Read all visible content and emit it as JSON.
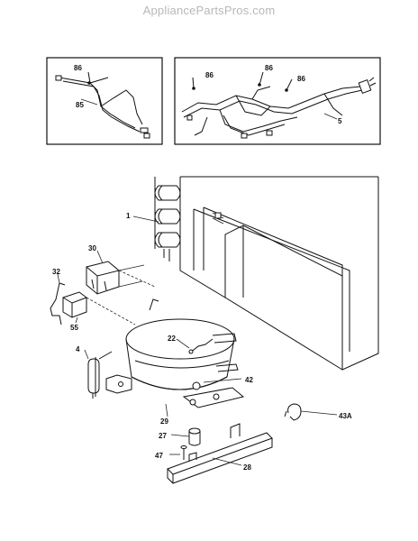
{
  "watermark": "AppliancePartsPros.com",
  "callouts": {
    "c86a": "86",
    "c85": "85",
    "c86b": "86",
    "c86c": "86",
    "c86d": "86",
    "c5": "5",
    "c1": "1",
    "c30": "30",
    "c32": "32",
    "c55": "55",
    "c4": "4",
    "c22": "22",
    "c42": "42",
    "c29": "29",
    "c43A": "43A",
    "c27": "27",
    "c47": "47",
    "c28": "28"
  }
}
